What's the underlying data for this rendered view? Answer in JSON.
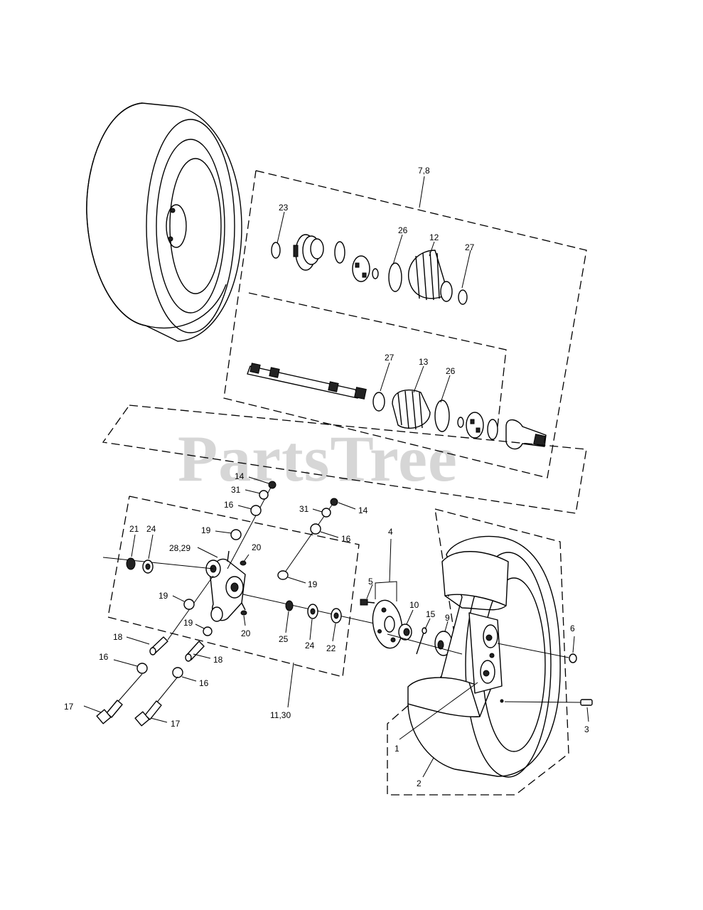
{
  "watermark": "PartsTree",
  "callouts": {
    "c78": "7,8",
    "c23": "23",
    "c26a": "26",
    "c12": "12",
    "c27a": "27",
    "c27b": "27",
    "c13": "13",
    "c26b": "26",
    "c14a": "14",
    "c31a": "31",
    "c16a": "16",
    "c19a": "19",
    "c2829": "28,29",
    "c20a": "20",
    "c21": "21",
    "c24a": "24",
    "c19b": "19",
    "c19c": "19",
    "c19d": "19",
    "c20b": "20",
    "c31b": "31",
    "c14b": "14",
    "c16b": "16",
    "c4": "4",
    "c5": "5",
    "c25": "25",
    "c24b": "24",
    "c22": "22",
    "c10": "10",
    "c15": "15",
    "c9": "9",
    "c6": "6",
    "c3": "3",
    "c1": "1",
    "c2": "2",
    "c18a": "18",
    "c18b": "18",
    "c16c": "16",
    "c16d": "16",
    "c17a": "17",
    "c17b": "17",
    "c1130": "11,30"
  }
}
